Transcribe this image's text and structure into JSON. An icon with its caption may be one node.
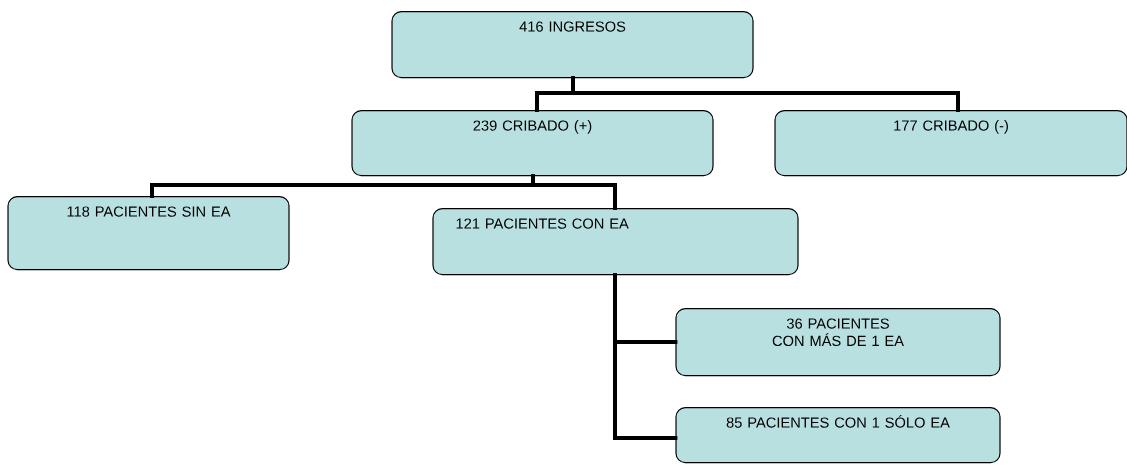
{
  "diagram": {
    "nodes": [
      {
        "text": [
          "416 INGRESOS"
        ]
      },
      {
        "text": [
          "239 CRIBADO (+)"
        ]
      },
      {
        "text": [
          "177 CRIBADO (-)"
        ]
      },
      {
        "text": [
          "118 PACIENTES SIN EA"
        ]
      },
      {
        "text": [
          "121 PACIENTES CON EA"
        ]
      },
      {
        "text": [
          "36 PACIENTES CON MÁS DE 1 EA"
        ]
      },
      {
        "text": [
          "85 PACIENTES CON 1 SÓLO EA"
        ]
      }
    ],
    "edges": [
      {
        "from": 0,
        "to": 1,
        "arrow": "none"
      },
      {
        "from": 0,
        "to": 2,
        "arrow": "none"
      },
      {
        "from": 1,
        "to": 3,
        "arrow": "none"
      },
      {
        "from": 1,
        "to": 4,
        "arrow": "none"
      },
      {
        "from": 4,
        "to": 5,
        "arrow": "none"
      },
      {
        "from": 4,
        "to": 6,
        "arrow": "none"
      }
    ]
  }
}
